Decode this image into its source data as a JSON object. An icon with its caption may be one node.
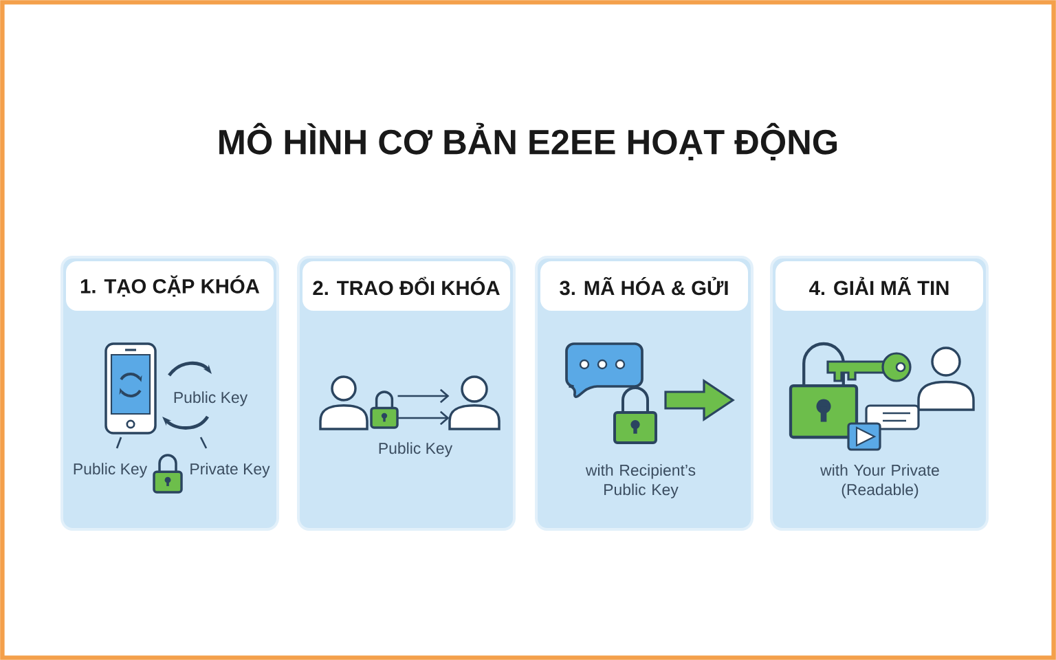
{
  "diagram": {
    "title": "MÔ HÌNH CƠ BẢN E2EE HOẠT ĐỘNG",
    "nodes": [
      {
        "text": [
          "1. TẠO CẶP KHÓA",
          "Public Key",
          "Public Key",
          "Private Key"
        ]
      },
      {
        "text": [
          "2. TRAO ĐỔI KHÓA",
          "Public Key"
        ]
      },
      {
        "text": [],
        "shape": "person",
        "in": 1
      },
      {
        "text": [],
        "shape": "picture",
        "in": 1
      },
      {
        "text": [],
        "shape": "person",
        "in": 1
      },
      {
        "text": [
          "3. MÃ HÓA & GỬI",
          "with Recipient’s Public Key"
        ]
      },
      {
        "text": [
          "4. GIẢI MÃ TIN",
          "with Your Private (Readable)"
        ]
      }
    ],
    "edges": [
      {
        "from": 3,
        "to": 4,
        "arrow": "to"
      },
      {
        "from": 3,
        "to": 4,
        "arrow": "to"
      }
    ]
  }
}
